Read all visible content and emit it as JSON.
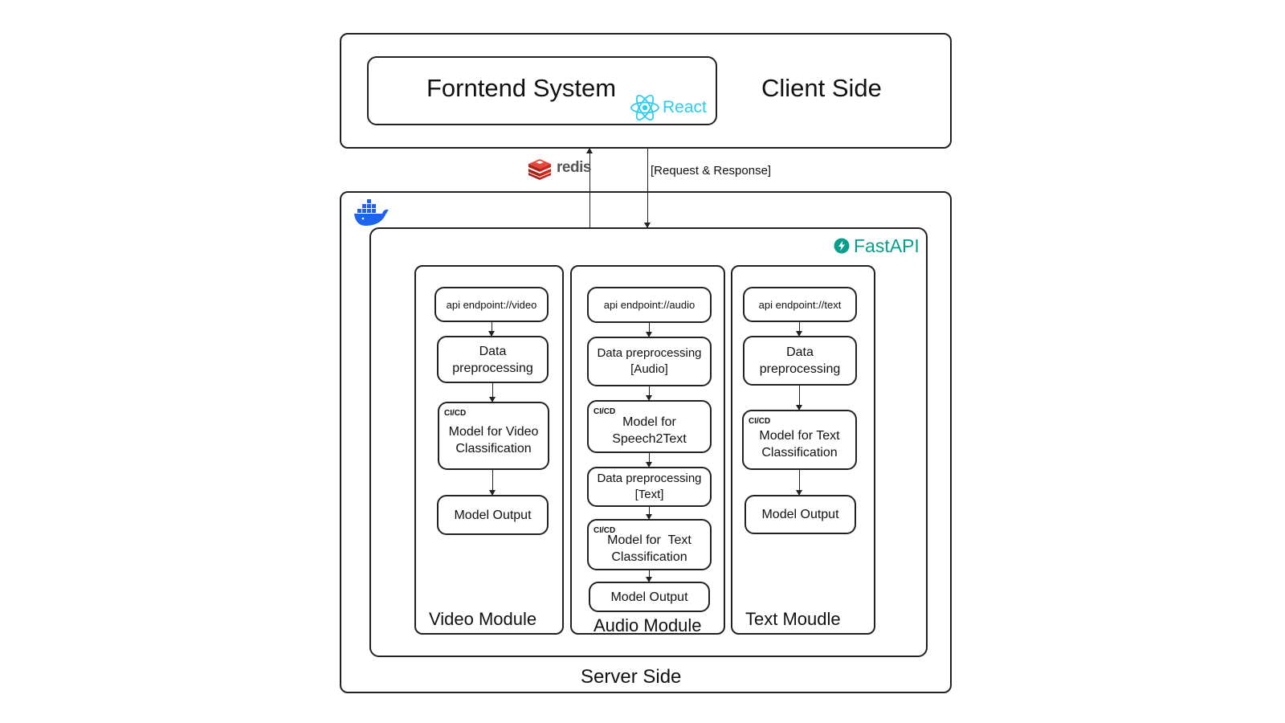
{
  "client": {
    "frontend_label": "Forntend System",
    "react_label": "React",
    "side_label": "Client Side",
    "icons": {
      "react": "react-logo-icon"
    },
    "colors": {
      "react": "#2bcdf0"
    }
  },
  "connection": {
    "redis_label": "redis",
    "request_label": "[Request & Response]",
    "icons": {
      "redis": "redis-logo-icon"
    },
    "colors": {
      "redis": "#d82c20"
    }
  },
  "server": {
    "side_label": "Server Side",
    "fastapi_label": "FastAPI",
    "icons": {
      "docker": "docker-whale-icon",
      "fastapi": "fastapi-logo-icon"
    },
    "colors": {
      "docker": "#1d63ed",
      "fastapi": "#089e8c"
    }
  },
  "video_module": {
    "title": "Video Module",
    "endpoint": "api endpoint://video",
    "preprocessing": [
      "Data",
      "preprocessing"
    ],
    "cicd": "CI/CD",
    "model": [
      "Model for Video",
      "Classification"
    ],
    "output": "Model Output"
  },
  "audio_module": {
    "title": "Audio Module",
    "endpoint": "api endpoint://audio",
    "preprocessing_audio": [
      "Data preprocessing",
      "[Audio]"
    ],
    "cicd_1": "CI/CD",
    "model_speech": [
      "Model for",
      "Speech2Text"
    ],
    "preprocessing_text": [
      "Data preprocessing",
      "[Text]"
    ],
    "cicd_2": "CI/CD",
    "model_text": [
      "Model for  Text",
      "Classification"
    ],
    "output": "Model Output"
  },
  "text_module": {
    "title": "Text Moudle",
    "endpoint": "api endpoint://text",
    "preprocessing": [
      "Data",
      "preprocessing"
    ],
    "cicd": "CI/CD",
    "model": [
      "Model for Text",
      "Classification"
    ],
    "output": "Model Output"
  }
}
